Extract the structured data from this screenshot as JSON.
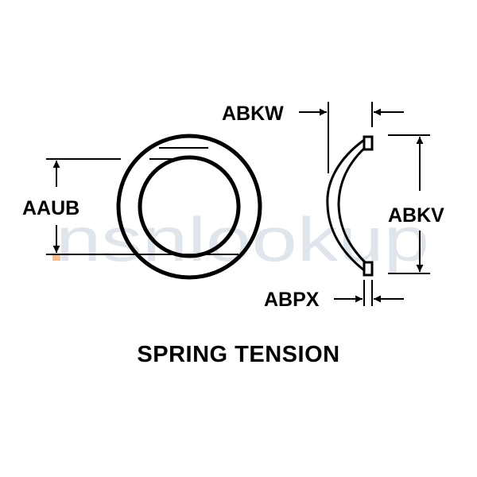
{
  "diagram": {
    "title": "SPRING TENSION",
    "labels": {
      "aaub": "AAUB",
      "abkw": "ABKW",
      "abkv": "ABKV",
      "abpx": "ABPX"
    },
    "watermark": "nsnlookup",
    "colors": {
      "ink": "#000000",
      "watermark": "#b9c6d4",
      "watermark_dot": "#f4a460"
    }
  }
}
